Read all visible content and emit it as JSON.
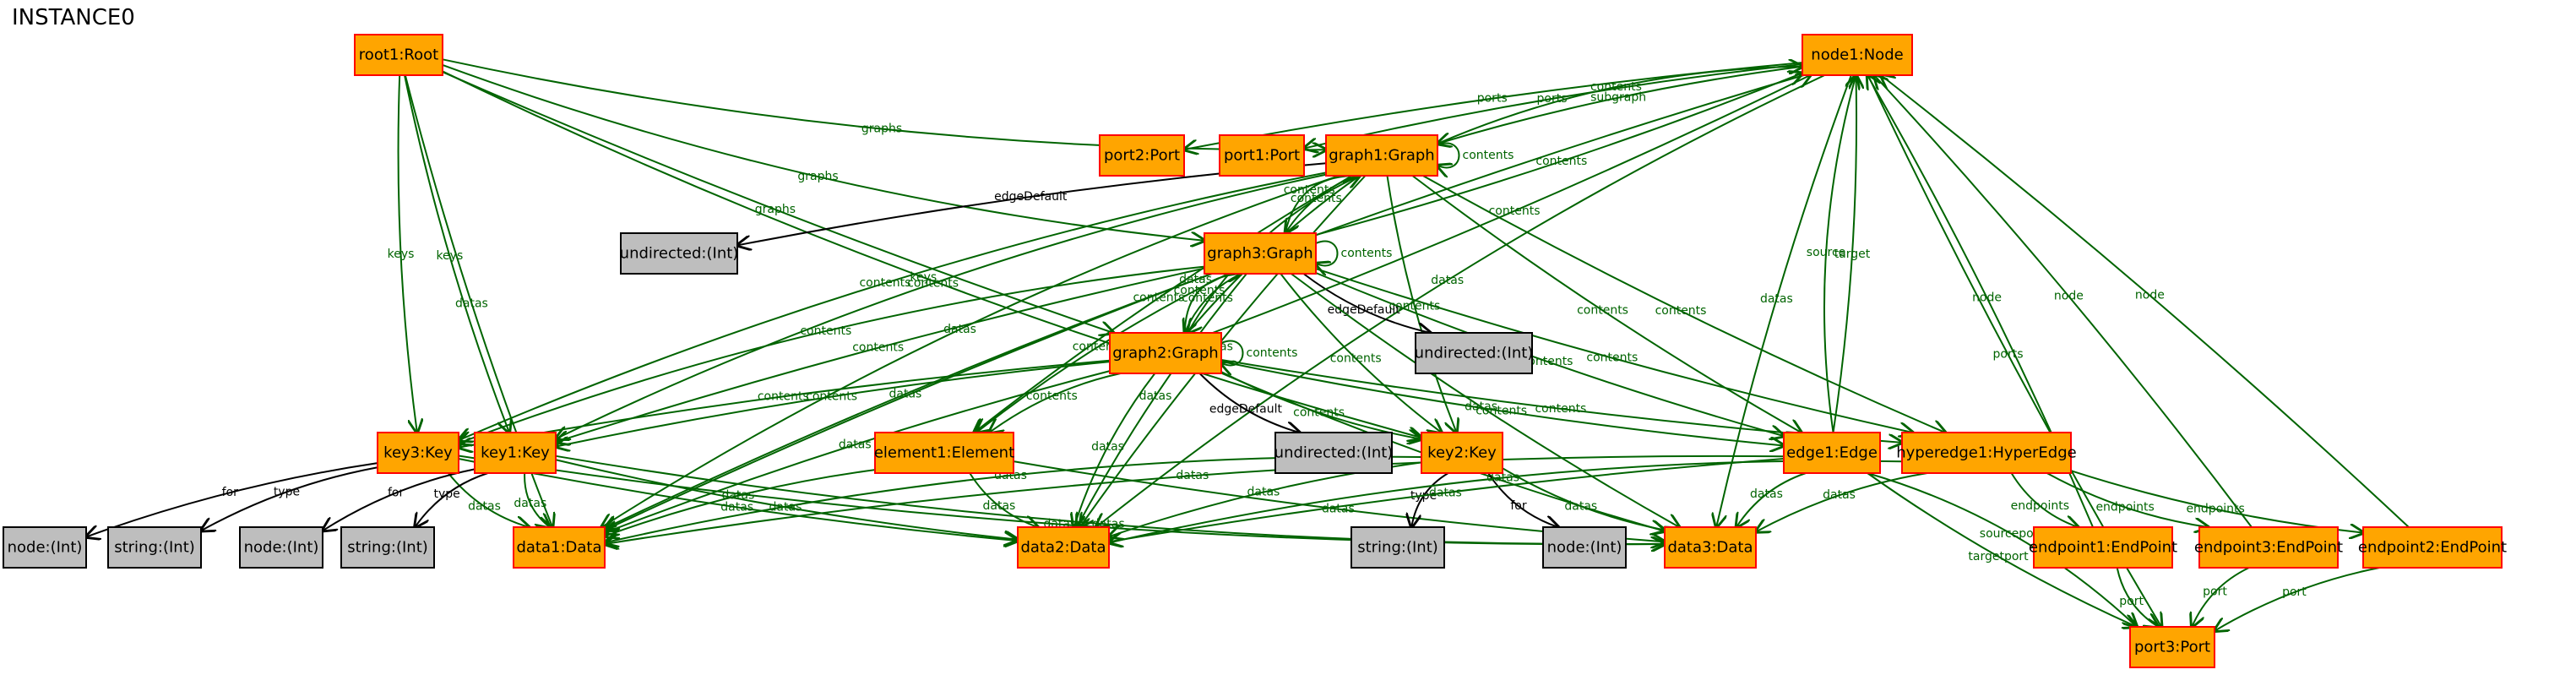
{
  "title": "INSTANCE0",
  "colors": {
    "object_fill": "#ffa500",
    "object_stroke": "#ff0000",
    "attr_fill": "#bebebe",
    "attr_stroke": "#000000",
    "ref_edge": "#006400",
    "attr_edge": "#000000"
  },
  "nodes": [
    {
      "id": "root1",
      "label": "root1:Root",
      "kind": "object"
    },
    {
      "id": "node1",
      "label": "node1:Node",
      "kind": "object"
    },
    {
      "id": "port2",
      "label": "port2:Port",
      "kind": "object"
    },
    {
      "id": "port1",
      "label": "port1:Port",
      "kind": "object"
    },
    {
      "id": "graph1",
      "label": "graph1:Graph",
      "kind": "object"
    },
    {
      "id": "undirected1",
      "label": "undirected:(Int)",
      "kind": "attribute"
    },
    {
      "id": "graph3",
      "label": "graph3:Graph",
      "kind": "object"
    },
    {
      "id": "undirected2",
      "label": "undirected:(Int)",
      "kind": "attribute"
    },
    {
      "id": "graph2",
      "label": "graph2:Graph",
      "kind": "object"
    },
    {
      "id": "key3",
      "label": "key3:Key",
      "kind": "object"
    },
    {
      "id": "key1",
      "label": "key1:Key",
      "kind": "object"
    },
    {
      "id": "element1",
      "label": "element1:Element",
      "kind": "object"
    },
    {
      "id": "undirected3",
      "label": "undirected:(Int)",
      "kind": "attribute"
    },
    {
      "id": "key2",
      "label": "key2:Key",
      "kind": "object"
    },
    {
      "id": "edge1",
      "label": "edge1:Edge",
      "kind": "object"
    },
    {
      "id": "hyperedge1",
      "label": "hyperedge1:HyperEdge",
      "kind": "object"
    },
    {
      "id": "nodeint1",
      "label": "node:(Int)",
      "kind": "attribute"
    },
    {
      "id": "string1",
      "label": "string:(Int)",
      "kind": "attribute"
    },
    {
      "id": "nodeint2",
      "label": "node:(Int)",
      "kind": "attribute"
    },
    {
      "id": "string2",
      "label": "string:(Int)",
      "kind": "attribute"
    },
    {
      "id": "data1",
      "label": "data1:Data",
      "kind": "object"
    },
    {
      "id": "data2",
      "label": "data2:Data",
      "kind": "object"
    },
    {
      "id": "string3",
      "label": "string:(Int)",
      "kind": "attribute"
    },
    {
      "id": "nodeint3",
      "label": "node:(Int)",
      "kind": "attribute"
    },
    {
      "id": "data3",
      "label": "data3:Data",
      "kind": "object"
    },
    {
      "id": "endpoint1",
      "label": "endpoint1:EndPoint",
      "kind": "object"
    },
    {
      "id": "endpoint3",
      "label": "endpoint3:EndPoint",
      "kind": "object"
    },
    {
      "id": "endpoint2",
      "label": "endpoint2:EndPoint",
      "kind": "object"
    },
    {
      "id": "port3",
      "label": "port3:Port",
      "kind": "object"
    }
  ],
  "edges": [
    {
      "from": "root1",
      "to": "graph1",
      "label": "graphs",
      "kind": "ref"
    },
    {
      "from": "root1",
      "to": "graph3",
      "label": "graphs",
      "kind": "ref"
    },
    {
      "from": "root1",
      "to": "graph2",
      "label": "graphs",
      "kind": "ref"
    },
    {
      "from": "root1",
      "to": "key3",
      "label": "keys",
      "kind": "ref"
    },
    {
      "from": "root1",
      "to": "key1",
      "label": "keys",
      "kind": "ref"
    },
    {
      "from": "root1",
      "to": "key2",
      "label": "keys",
      "kind": "ref"
    },
    {
      "from": "root1",
      "to": "data1",
      "label": "datas",
      "kind": "ref"
    },
    {
      "from": "node1",
      "to": "port2",
      "label": "ports",
      "kind": "ref"
    },
    {
      "from": "node1",
      "to": "port1",
      "label": "ports",
      "kind": "ref"
    },
    {
      "from": "node1",
      "to": "graph1",
      "label": "subgraph",
      "kind": "ref"
    },
    {
      "from": "node1",
      "to": "port3",
      "label": "ports",
      "kind": "ref"
    },
    {
      "from": "node1",
      "to": "data1",
      "label": "datas",
      "kind": "ref"
    },
    {
      "from": "node1",
      "to": "data2",
      "label": "datas",
      "kind": "ref"
    },
    {
      "from": "node1",
      "to": "data3",
      "label": "datas",
      "kind": "ref"
    },
    {
      "from": "graph1",
      "to": "node1",
      "label": "contents",
      "kind": "ref"
    },
    {
      "from": "graph1",
      "to": "graph1",
      "label": "contents",
      "kind": "ref"
    },
    {
      "from": "graph1",
      "to": "undirected1",
      "label": "edgeDefault",
      "kind": "attr"
    },
    {
      "from": "graph1",
      "to": "graph3",
      "label": "contents",
      "kind": "ref"
    },
    {
      "from": "graph1",
      "to": "graph2",
      "label": "contents",
      "kind": "ref"
    },
    {
      "from": "graph1",
      "to": "key3",
      "label": "contents",
      "kind": "ref"
    },
    {
      "from": "graph1",
      "to": "key1",
      "label": "contents",
      "kind": "ref"
    },
    {
      "from": "graph1",
      "to": "element1",
      "label": "contents",
      "kind": "ref"
    },
    {
      "from": "graph1",
      "to": "key2",
      "label": "contents",
      "kind": "ref"
    },
    {
      "from": "graph1",
      "to": "edge1",
      "label": "contents",
      "kind": "ref"
    },
    {
      "from": "graph1",
      "to": "hyperedge1",
      "label": "contents",
      "kind": "ref"
    },
    {
      "from": "graph1",
      "to": "data1",
      "label": "datas",
      "kind": "ref"
    },
    {
      "from": "graph1",
      "to": "data2",
      "label": "datas",
      "kind": "ref"
    },
    {
      "from": "graph3",
      "to": "node1",
      "label": "contents",
      "kind": "ref"
    },
    {
      "from": "graph3",
      "to": "graph3",
      "label": "contents",
      "kind": "ref"
    },
    {
      "from": "graph3",
      "to": "graph1",
      "label": "contents",
      "kind": "ref"
    },
    {
      "from": "graph3",
      "to": "undirected2",
      "label": "edgeDefault",
      "kind": "attr"
    },
    {
      "from": "graph3",
      "to": "graph2",
      "label": "contents",
      "kind": "ref"
    },
    {
      "from": "graph3",
      "to": "key3",
      "label": "contents",
      "kind": "ref"
    },
    {
      "from": "graph3",
      "to": "key1",
      "label": "contents",
      "kind": "ref"
    },
    {
      "from": "graph3",
      "to": "element1",
      "label": "contents",
      "kind": "ref"
    },
    {
      "from": "graph3",
      "to": "key2",
      "label": "contents",
      "kind": "ref"
    },
    {
      "from": "graph3",
      "to": "edge1",
      "label": "contents",
      "kind": "ref"
    },
    {
      "from": "graph3",
      "to": "hyperedge1",
      "label": "contents",
      "kind": "ref"
    },
    {
      "from": "graph3",
      "to": "data1",
      "label": "datas",
      "kind": "ref"
    },
    {
      "from": "graph3",
      "to": "data2",
      "label": "datas",
      "kind": "ref"
    },
    {
      "from": "graph3",
      "to": "data3",
      "label": "datas",
      "kind": "ref"
    },
    {
      "from": "graph2",
      "to": "node1",
      "label": "contents",
      "kind": "ref"
    },
    {
      "from": "graph2",
      "to": "graph2",
      "label": "contents",
      "kind": "ref"
    },
    {
      "from": "graph2",
      "to": "graph1",
      "label": "contents",
      "kind": "ref"
    },
    {
      "from": "graph2",
      "to": "graph3",
      "label": "contents",
      "kind": "ref"
    },
    {
      "from": "graph2",
      "to": "undirected3",
      "label": "edgeDefault",
      "kind": "attr"
    },
    {
      "from": "graph2",
      "to": "key3",
      "label": "contents",
      "kind": "ref"
    },
    {
      "from": "graph2",
      "to": "key1",
      "label": "contents",
      "kind": "ref"
    },
    {
      "from": "graph2",
      "to": "element1",
      "label": "contents",
      "kind": "ref"
    },
    {
      "from": "graph2",
      "to": "key2",
      "label": "contents",
      "kind": "ref"
    },
    {
      "from": "graph2",
      "to": "edge1",
      "label": "contents",
      "kind": "ref"
    },
    {
      "from": "graph2",
      "to": "hyperedge1",
      "label": "contents",
      "kind": "ref"
    },
    {
      "from": "graph2",
      "to": "data1",
      "label": "datas",
      "kind": "ref"
    },
    {
      "from": "graph2",
      "to": "data2",
      "label": "datas",
      "kind": "ref"
    },
    {
      "from": "graph2",
      "to": "data3",
      "label": "datas",
      "kind": "ref"
    },
    {
      "from": "key3",
      "to": "nodeint1",
      "label": "for",
      "kind": "attr"
    },
    {
      "from": "key3",
      "to": "string1",
      "label": "type",
      "kind": "attr"
    },
    {
      "from": "key3",
      "to": "data1",
      "label": "datas",
      "kind": "ref"
    },
    {
      "from": "key3",
      "to": "data2",
      "label": "datas",
      "kind": "ref"
    },
    {
      "from": "key3",
      "to": "data3",
      "label": "datas",
      "kind": "ref"
    },
    {
      "from": "key1",
      "to": "nodeint2",
      "label": "for",
      "kind": "attr"
    },
    {
      "from": "key1",
      "to": "string2",
      "label": "type",
      "kind": "attr"
    },
    {
      "from": "key1",
      "to": "data1",
      "label": "datas",
      "kind": "ref"
    },
    {
      "from": "key1",
      "to": "data2",
      "label": "datas",
      "kind": "ref"
    },
    {
      "from": "key1",
      "to": "data3",
      "label": "datas",
      "kind": "ref"
    },
    {
      "from": "element1",
      "to": "data1",
      "label": "datas",
      "kind": "ref"
    },
    {
      "from": "element1",
      "to": "data2",
      "label": "datas",
      "kind": "ref"
    },
    {
      "from": "element1",
      "to": "data3",
      "label": "datas",
      "kind": "ref"
    },
    {
      "from": "key2",
      "to": "string3",
      "label": "type",
      "kind": "attr"
    },
    {
      "from": "key2",
      "to": "nodeint3",
      "label": "for",
      "kind": "attr"
    },
    {
      "from": "key2",
      "to": "data1",
      "label": "datas",
      "kind": "ref"
    },
    {
      "from": "key2",
      "to": "data2",
      "label": "datas",
      "kind": "ref"
    },
    {
      "from": "key2",
      "to": "data3",
      "label": "datas",
      "kind": "ref"
    },
    {
      "from": "edge1",
      "to": "node1",
      "label": "target",
      "kind": "ref"
    },
    {
      "from": "edge1",
      "to": "node1",
      "label": "source",
      "kind": "ref"
    },
    {
      "from": "edge1",
      "to": "port3",
      "label": "targetport",
      "kind": "ref"
    },
    {
      "from": "edge1",
      "to": "port3",
      "label": "sourceport",
      "kind": "ref"
    },
    {
      "from": "edge1",
      "to": "data1",
      "label": "datas",
      "kind": "ref"
    },
    {
      "from": "edge1",
      "to": "data2",
      "label": "datas",
      "kind": "ref"
    },
    {
      "from": "edge1",
      "to": "data3",
      "label": "datas",
      "kind": "ref"
    },
    {
      "from": "hyperedge1",
      "to": "endpoint1",
      "label": "endpoints",
      "kind": "ref"
    },
    {
      "from": "hyperedge1",
      "to": "endpoint3",
      "label": "endpoints",
      "kind": "ref"
    },
    {
      "from": "hyperedge1",
      "to": "endpoint2",
      "label": "endpoints",
      "kind": "ref"
    },
    {
      "from": "hyperedge1",
      "to": "data2",
      "label": "datas",
      "kind": "ref"
    },
    {
      "from": "hyperedge1",
      "to": "data3",
      "label": "datas",
      "kind": "ref"
    },
    {
      "from": "endpoint1",
      "to": "node1",
      "label": "node",
      "kind": "ref"
    },
    {
      "from": "endpoint1",
      "to": "port3",
      "label": "port",
      "kind": "ref"
    },
    {
      "from": "endpoint3",
      "to": "node1",
      "label": "node",
      "kind": "ref"
    },
    {
      "from": "endpoint3",
      "to": "port3",
      "label": "port",
      "kind": "ref"
    },
    {
      "from": "endpoint2",
      "to": "node1",
      "label": "node",
      "kind": "ref"
    },
    {
      "from": "endpoint2",
      "to": "port3",
      "label": "port",
      "kind": "ref"
    }
  ]
}
